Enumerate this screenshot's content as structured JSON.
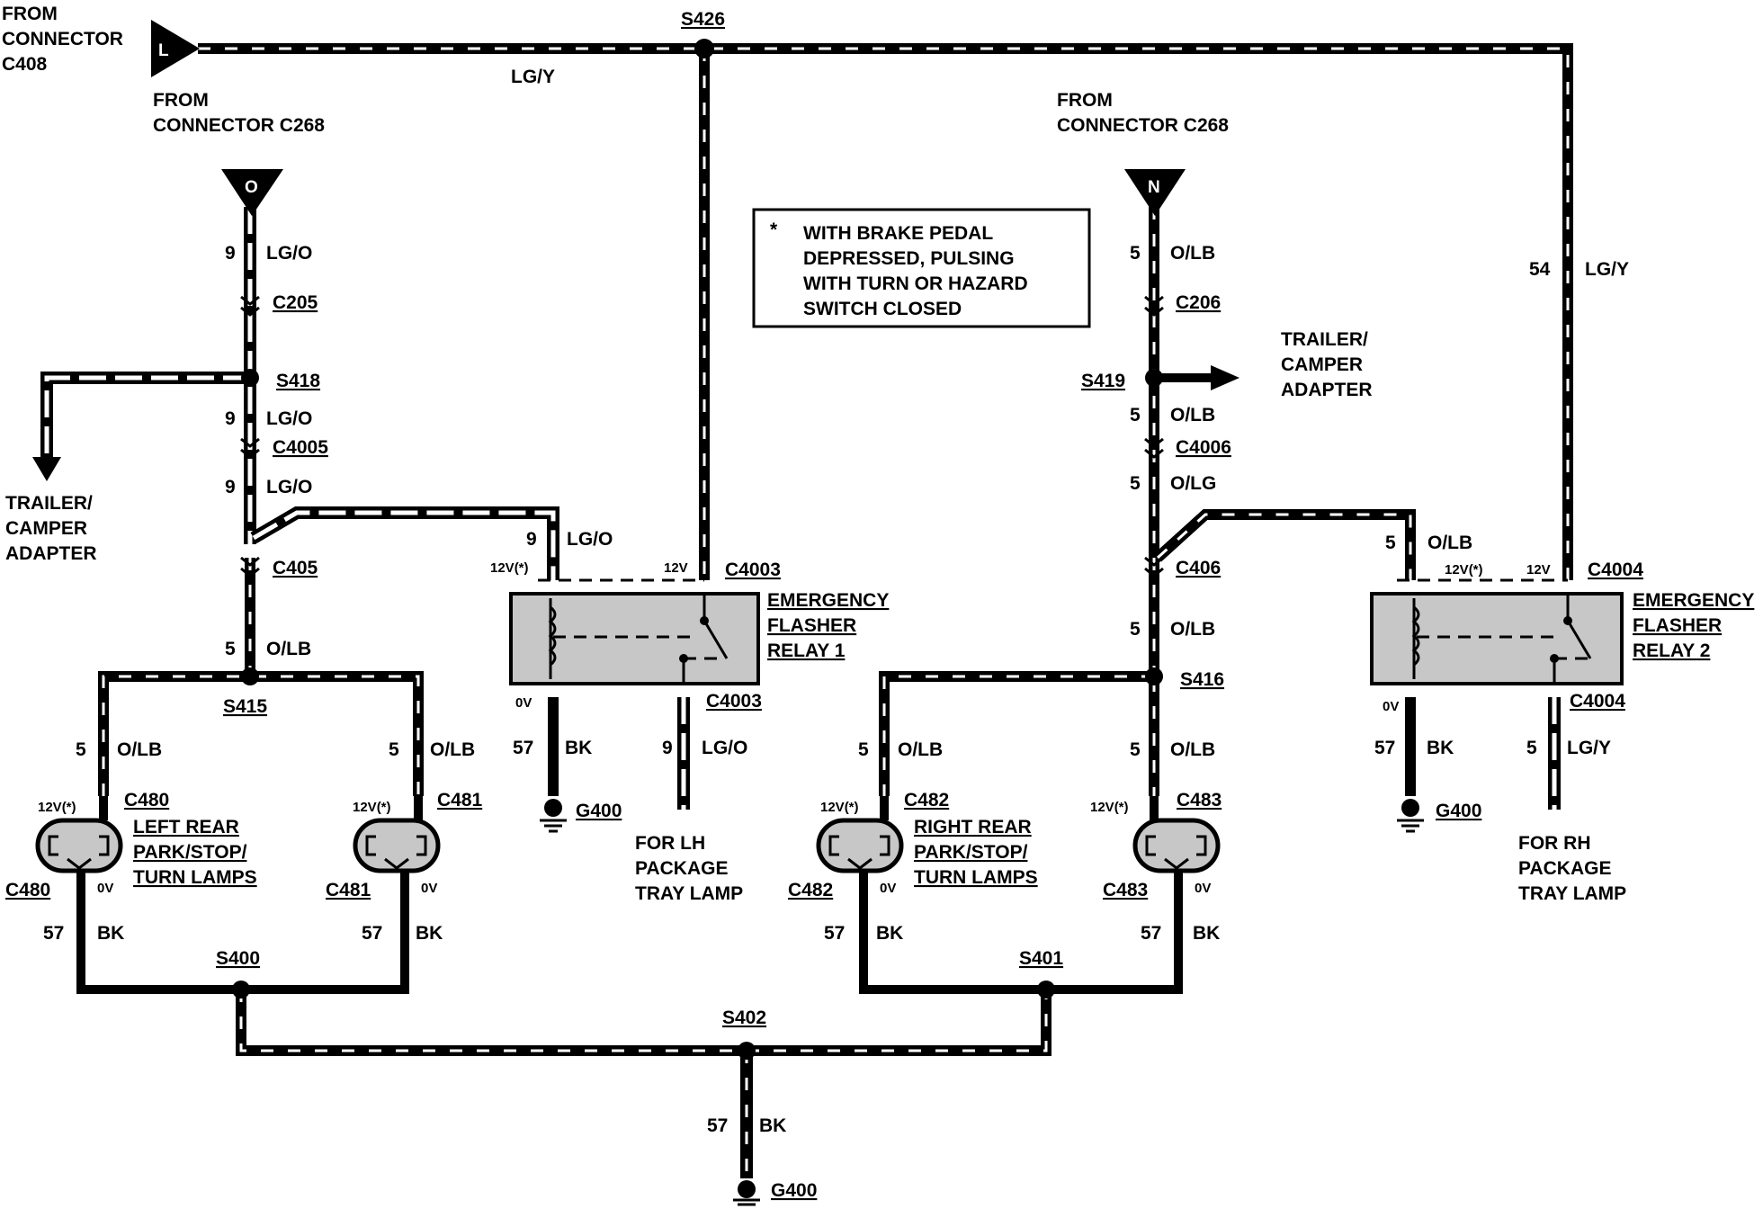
{
  "top": {
    "from_c408": [
      "FROM",
      "CONNECTOR",
      "C408"
    ],
    "plug_l": "L",
    "s426": "S426",
    "lgy": "LG/Y",
    "from_c268_left": [
      "FROM",
      "CONNECTOR C268"
    ],
    "from_c268_right": [
      "FROM",
      "CONNECTOR C268"
    ],
    "plug_o": "O",
    "plug_n": "N"
  },
  "note": [
    "*",
    "WITH BRAKE PEDAL",
    "DEPRESSED, PULSING",
    "WITH TURN OR HAZARD",
    "SWITCH CLOSED"
  ],
  "left": {
    "w1_num": "9",
    "w1_col": "LG/O",
    "c205": "C205",
    "s418": "S418",
    "w2_num": "9",
    "w2_col": "LG/O",
    "c4005": "C4005",
    "w3_num": "9",
    "w3_col": "LG/O",
    "trailer": [
      "TRAILER/",
      "CAMPER",
      "ADAPTER"
    ],
    "c405": "C405",
    "w4_num": "5",
    "w4_col": "O/LB",
    "s415": "S415",
    "w5_num": "5",
    "w5_col": "O/LB",
    "w6_num": "5",
    "w6_col": "O/LB",
    "c480": "C480",
    "c481": "C481",
    "v12_480": "12V(*)",
    "v12_481": "12V(*)",
    "lamp_label": [
      "LEFT REAR",
      "PARK/STOP/",
      "TURN LAMPS"
    ],
    "c480b": "C480",
    "c481b": "C481",
    "v0_480": "0V",
    "v0_481": "0V",
    "w7_num": "57",
    "w7_col": "BK",
    "w8_num": "57",
    "w8_col": "BK",
    "s400": "S400"
  },
  "relay1": {
    "in_num": "9",
    "in_col": "LG/O",
    "v12s": "12V(*)",
    "v12": "12V",
    "c4003": "C4003",
    "name": [
      "EMERGENCY",
      "FLASHER",
      "RELAY 1"
    ],
    "v0": "0V",
    "c4003b": "C4003",
    "g_num": "57",
    "g_col": "BK",
    "g400": "G400",
    "out_num": "9",
    "out_col": "LG/O",
    "pkg": [
      "FOR LH",
      "PACKAGE",
      "TRAY LAMP"
    ]
  },
  "right": {
    "w1_num": "5",
    "w1_col": "O/LB",
    "c206": "C206",
    "s419": "S419",
    "trailer": [
      "TRAILER/",
      "CAMPER",
      "ADAPTER"
    ],
    "w2_num": "5",
    "w2_col": "O/LB",
    "c4006": "C4006",
    "w3_num": "5",
    "w3_col": "O/LG",
    "c406": "C406",
    "w4_num": "5",
    "w4_col": "O/LB",
    "s416": "S416",
    "w5_num": "5",
    "w5_col": "O/LB",
    "w6_num": "5",
    "w6_col": "O/LB",
    "c482": "C482",
    "c483": "C483",
    "v12_482": "12V(*)",
    "v12_483": "12V(*)",
    "lamp_label": [
      "RIGHT REAR",
      "PARK/STOP/",
      "TURN LAMPS"
    ],
    "c482b": "C482",
    "c483b": "C483",
    "v0_482": "0V",
    "v0_483": "0V",
    "w7_num": "57",
    "w7_col": "BK",
    "w8_num": "57",
    "w8_col": "BK",
    "s401": "S401"
  },
  "relay2": {
    "feed_num": "54",
    "feed_col": "LG/Y",
    "in_num": "5",
    "in_col": "O/LB",
    "v12s": "12V(*)",
    "v12": "12V",
    "c4004": "C4004",
    "name": [
      "EMERGENCY",
      "FLASHER",
      "RELAY 2"
    ],
    "v0": "0V",
    "c4004b": "C4004",
    "g_num": "57",
    "g_col": "BK",
    "g400": "G400",
    "out_num": "5",
    "out_col": "LG/Y",
    "pkg": [
      "FOR RH",
      "PACKAGE",
      "TRAY LAMP"
    ]
  },
  "bottom": {
    "s402": "S402",
    "g_num": "57",
    "g_col": "BK",
    "g400": "G400"
  }
}
